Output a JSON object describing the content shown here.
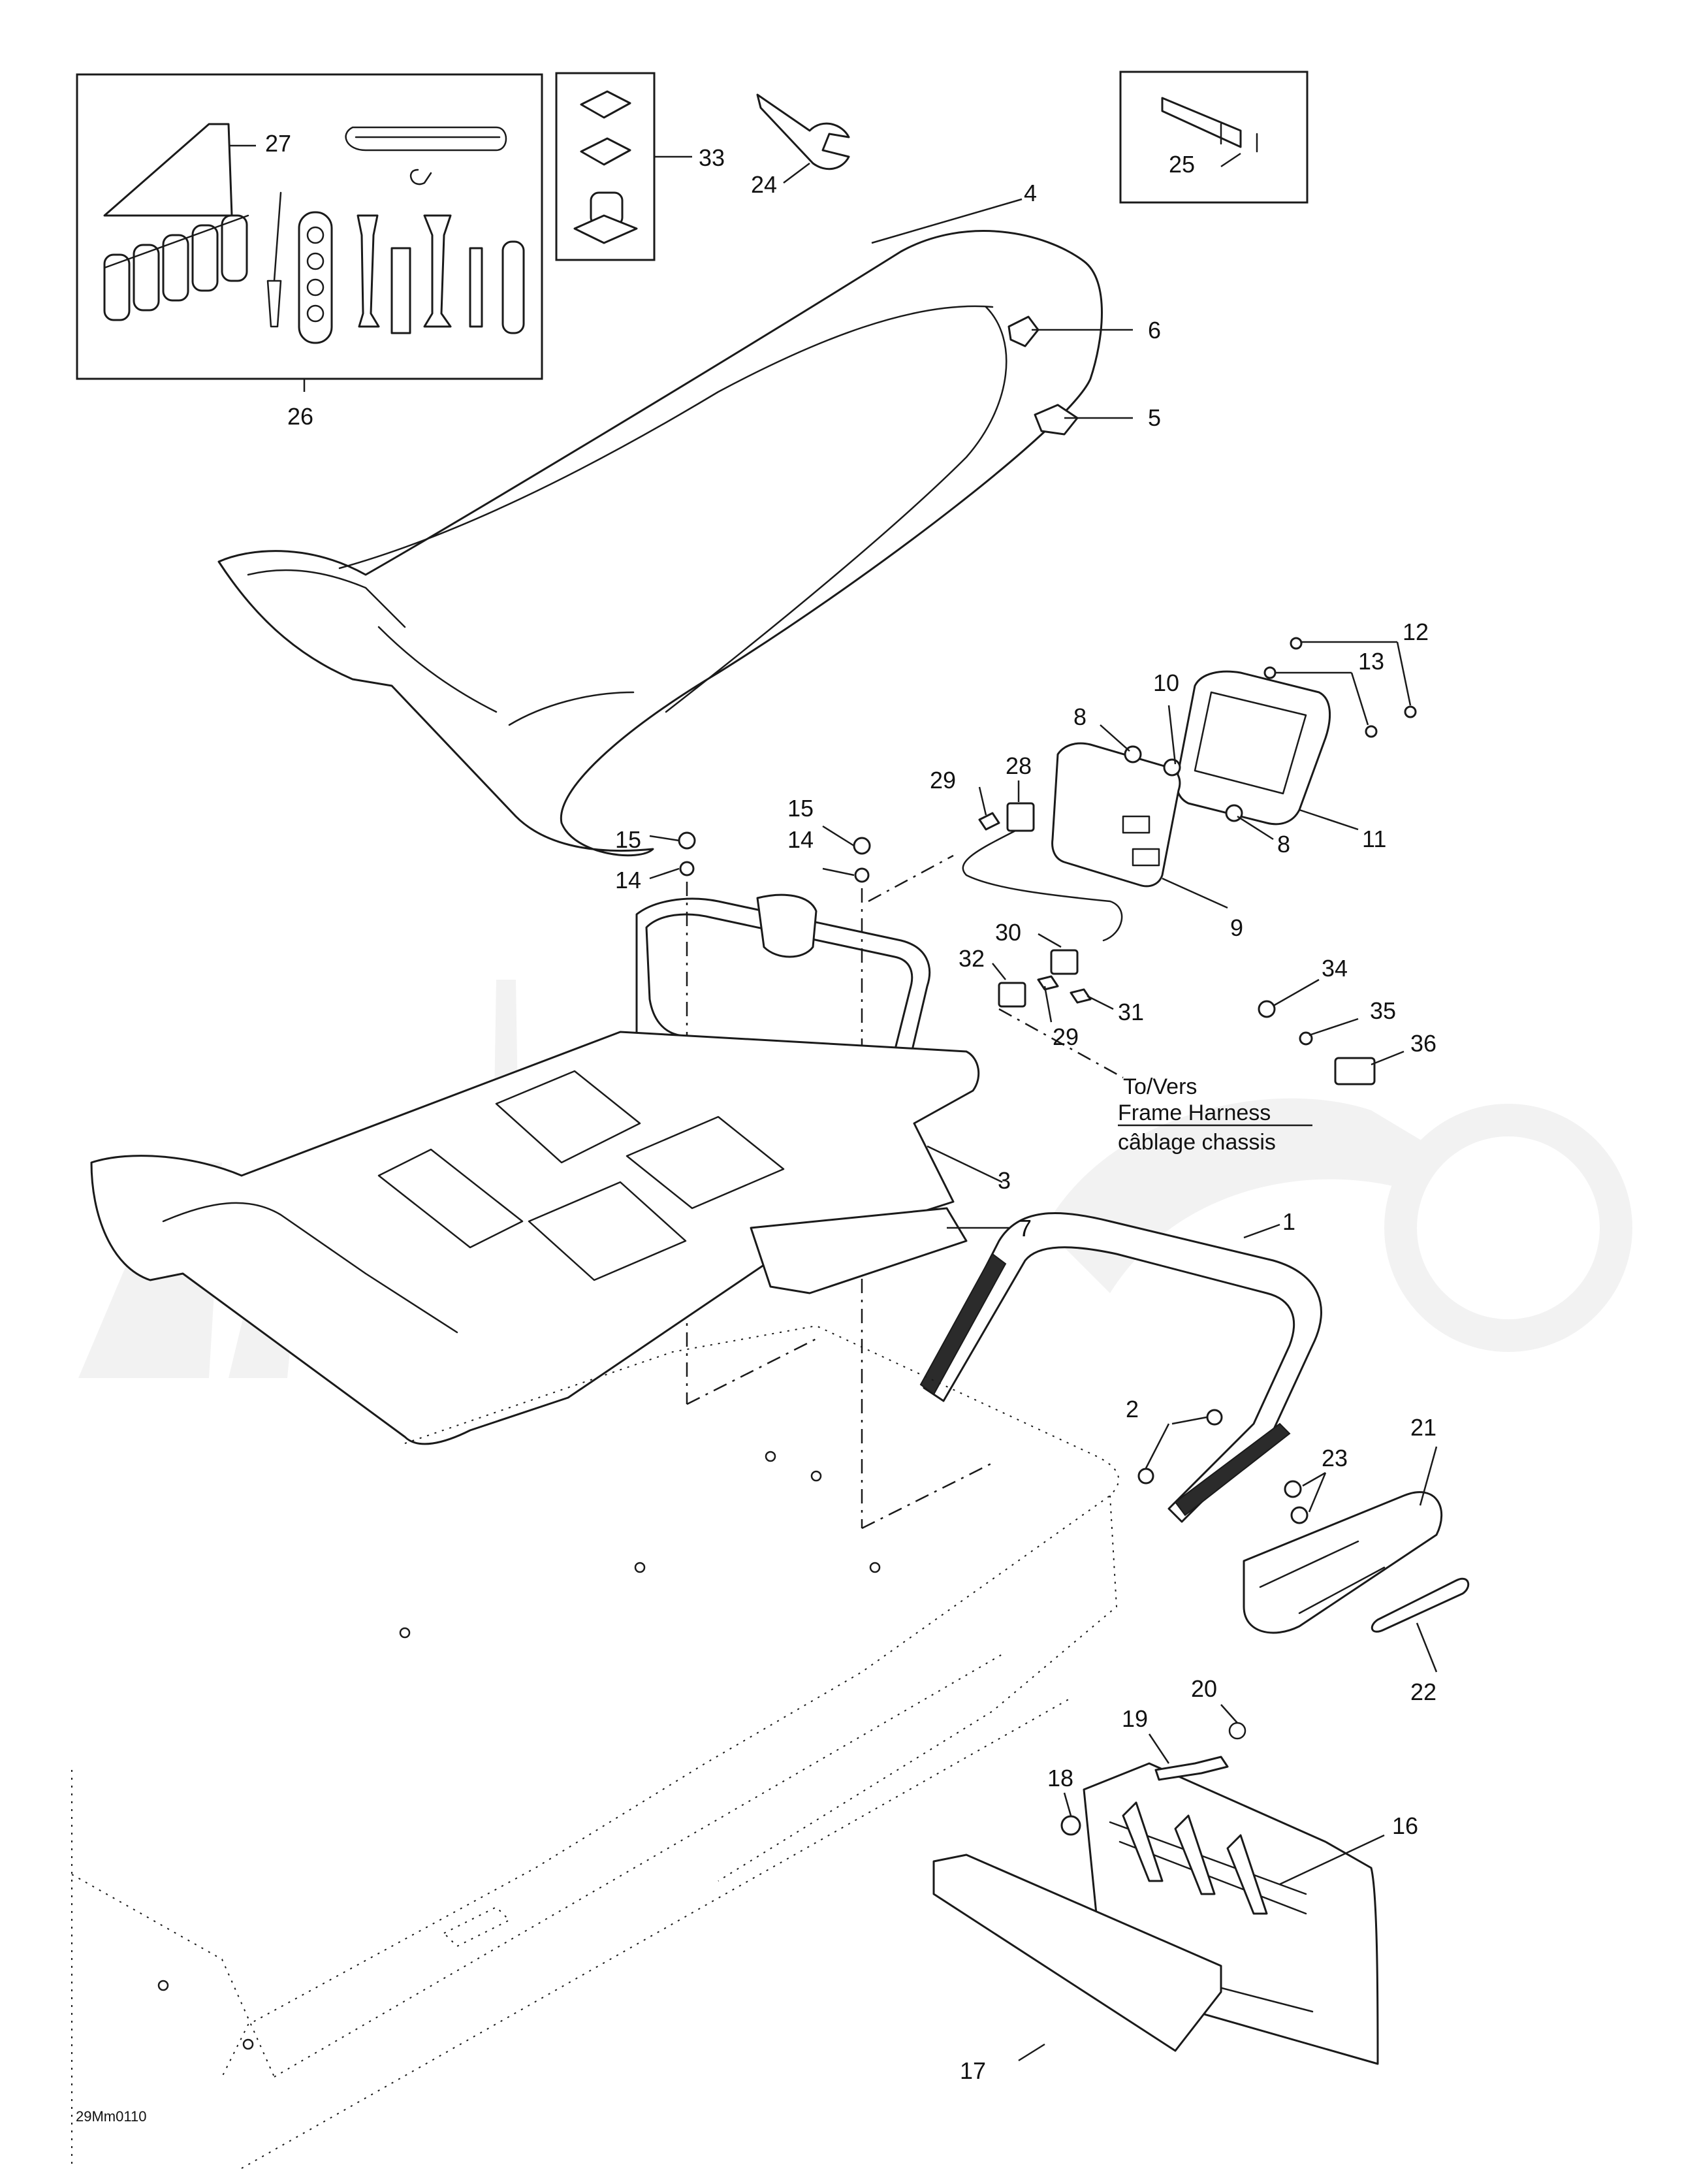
{
  "callouts": {
    "c1": "1",
    "c2": "2",
    "c3": "3",
    "c4": "4",
    "c5": "5",
    "c6": "6",
    "c7": "7",
    "c8a": "8",
    "c8b": "8",
    "c9": "9",
    "c10": "10",
    "c11": "11",
    "c12": "12",
    "c13": "13",
    "c14a": "14",
    "c14b": "14",
    "c15a": "15",
    "c15b": "15",
    "c16": "16",
    "c17": "17",
    "c18": "18",
    "c19": "19",
    "c20": "20",
    "c21": "21",
    "c22": "22",
    "c23": "23",
    "c24": "24",
    "c25": "25",
    "c26": "26",
    "c27": "27",
    "c28": "28",
    "c29a": "29",
    "c29b": "29",
    "c30": "30",
    "c31": "31",
    "c32": "32",
    "c33": "33",
    "c34": "34",
    "c35": "35",
    "c36": "36"
  },
  "note": {
    "line1": "To/Vers",
    "line2": "Frame Harness",
    "line3": "câblage chassis"
  },
  "figure_ref": "29Mm0110"
}
